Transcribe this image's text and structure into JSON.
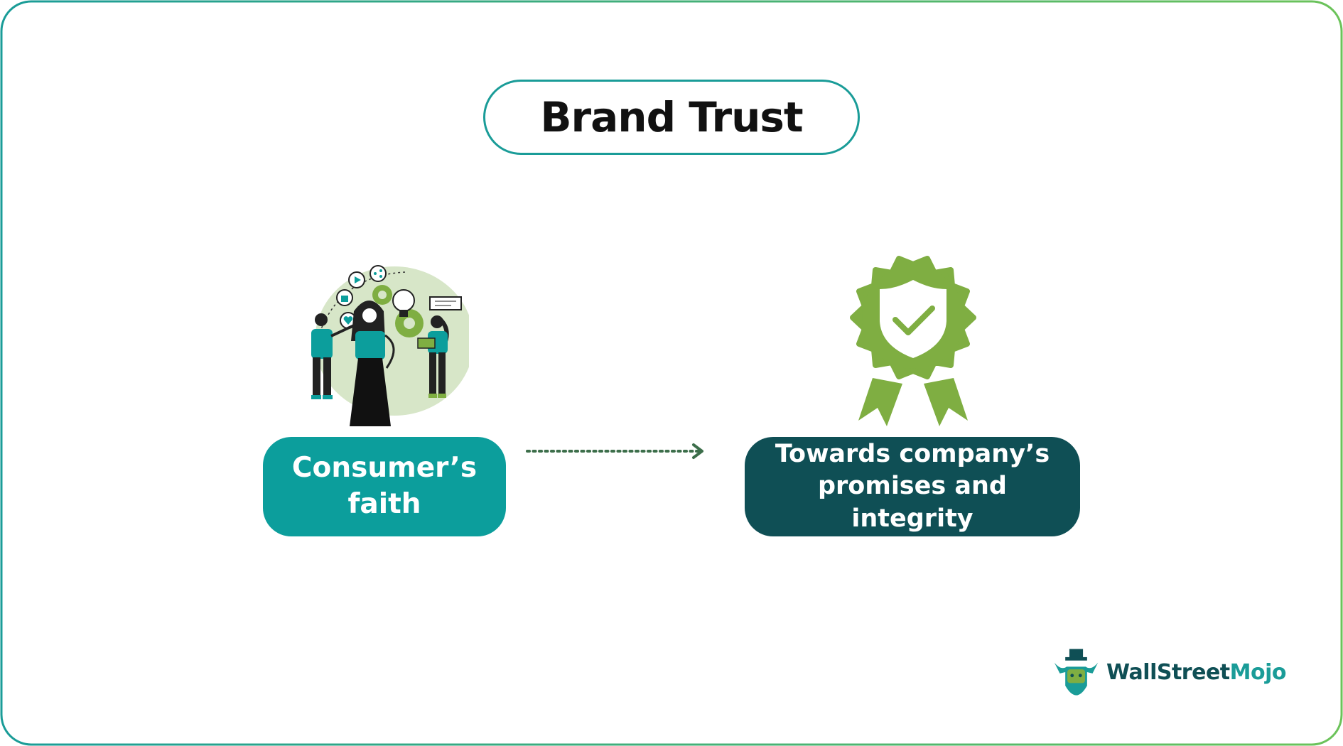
{
  "title": "Brand Trust",
  "left_box": {
    "line1": "Consumer’s",
    "line2": "faith"
  },
  "right_box": {
    "line1": "Towards company’s",
    "line2": "promises and integrity"
  },
  "logo": {
    "part1": "WallStreet",
    "part2": "Mojo"
  },
  "colors": {
    "teal": "#0c9e9c",
    "dark_teal": "#0f4f55",
    "green": "#7fae42",
    "arrow": "#3c6e4a"
  }
}
